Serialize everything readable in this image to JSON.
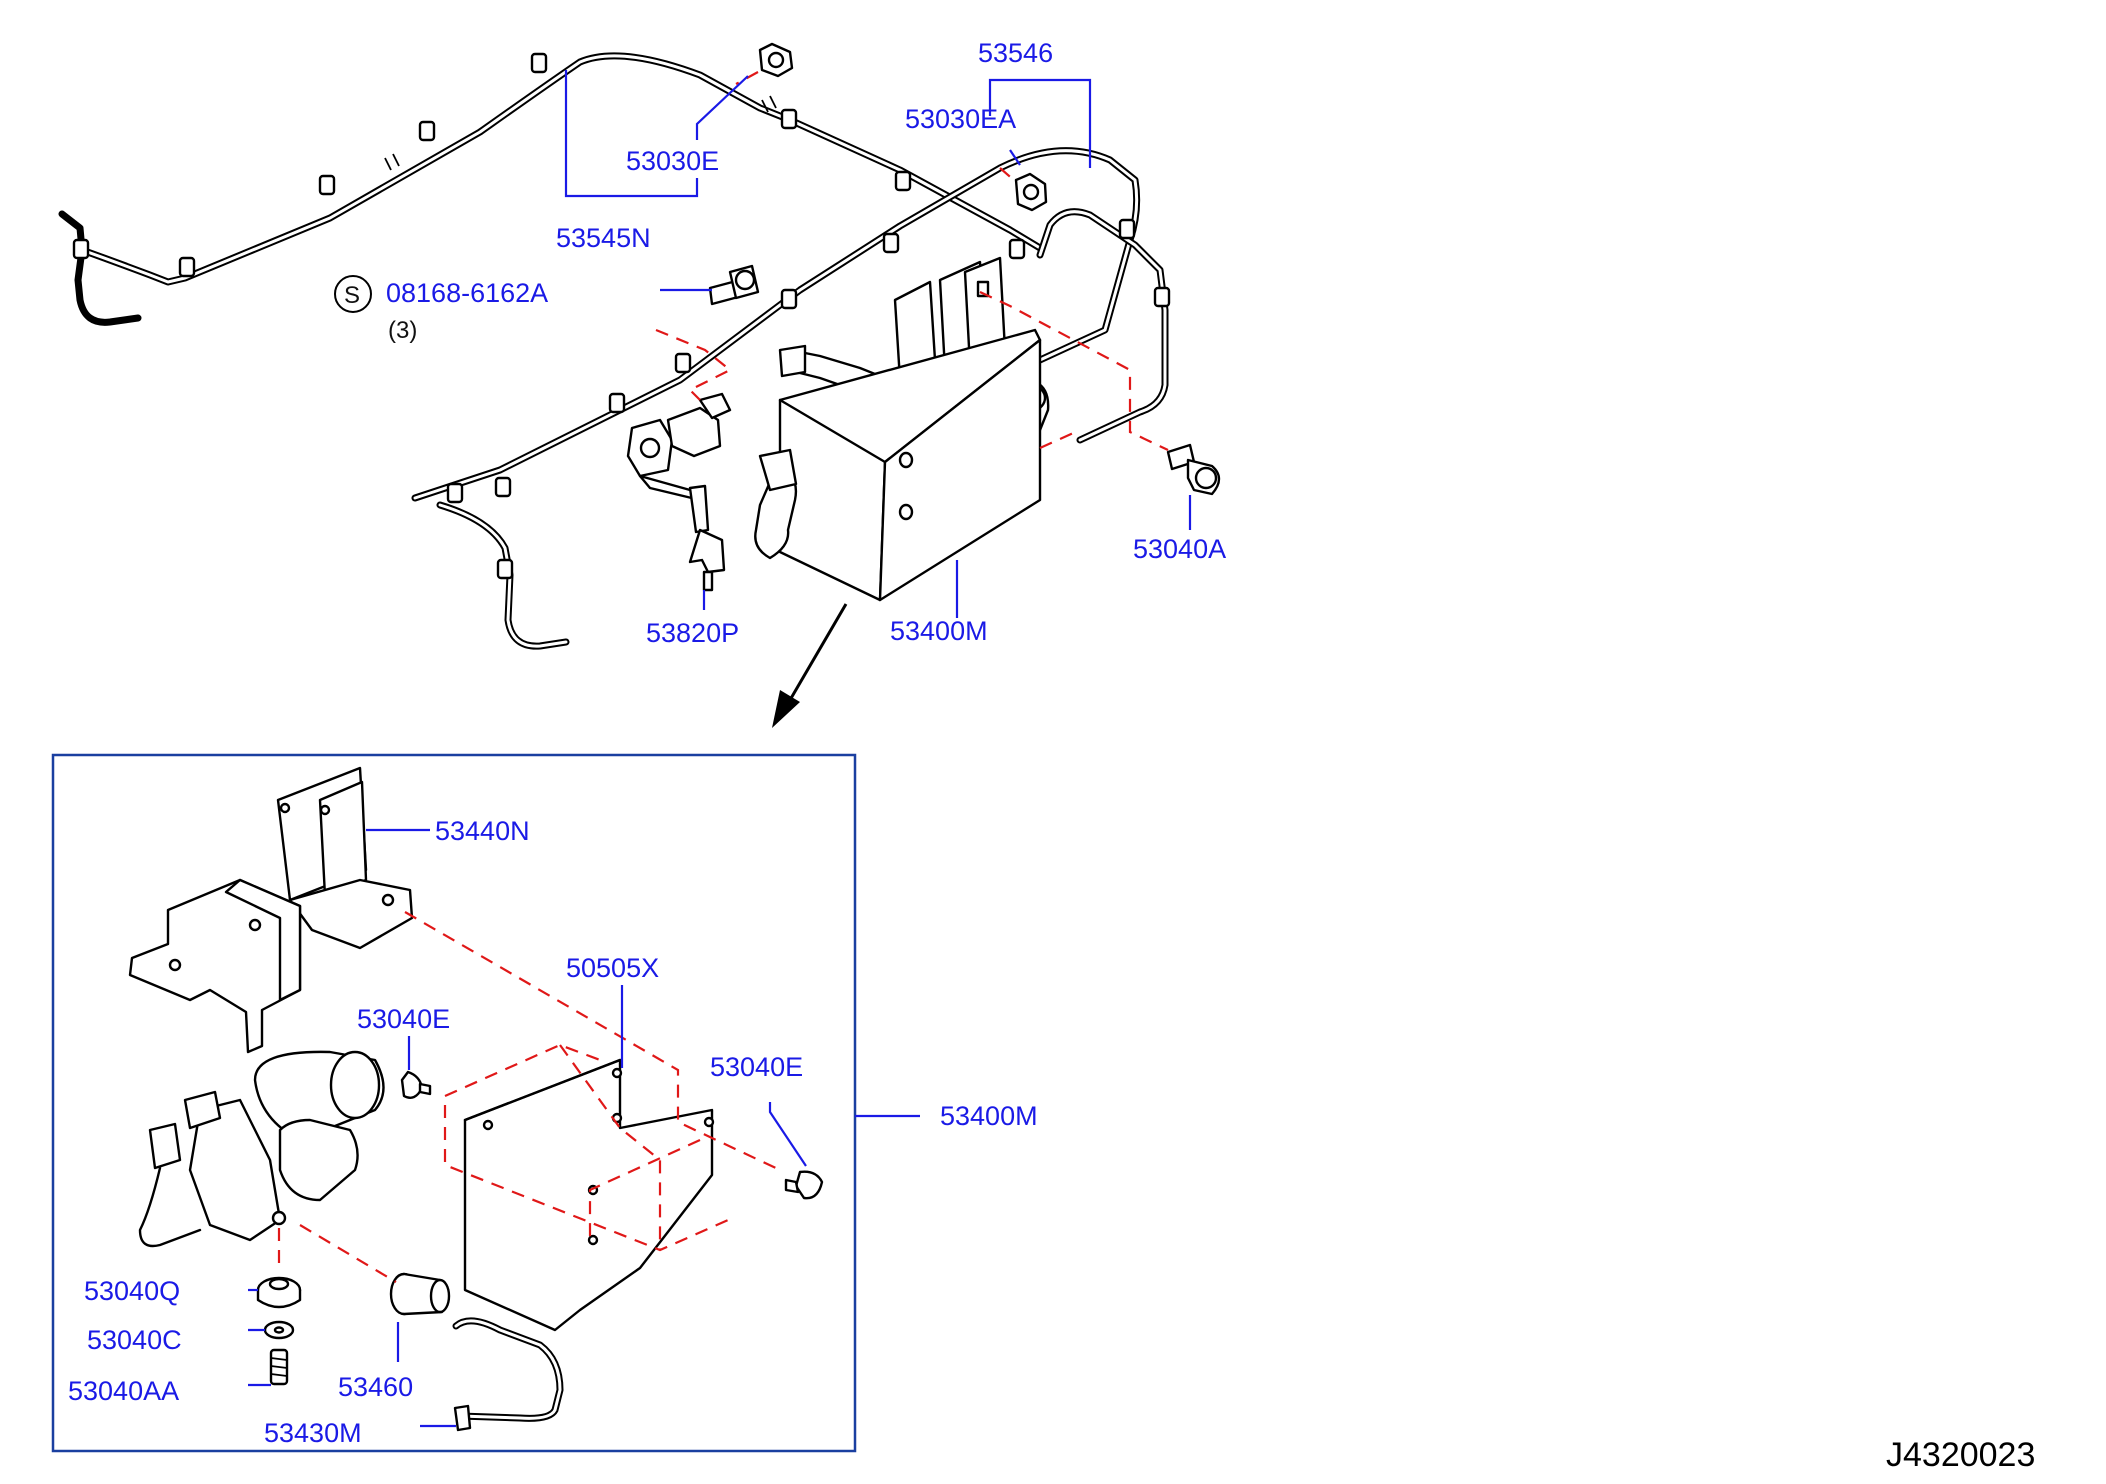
{
  "labels": {
    "p53546": "53546",
    "p53030EA": "53030EA",
    "p53030E": "53030E",
    "p53545N": "53545N",
    "p08168": "08168-6162A",
    "s_mark": "S",
    "qty3": "(3)",
    "p53040A": "53040A",
    "p53820P": "53820P",
    "p53400M_top": "53400M",
    "p53440N": "53440N",
    "p50505X": "50505X",
    "p53040E_left": "53040E",
    "p53040E_right": "53040E",
    "p53400M_box": "53400M",
    "p53040Q": "53040Q",
    "p53040C": "53040C",
    "p53040AA": "53040AA",
    "p53460": "53460",
    "p53430M": "53430M"
  },
  "diagram_code": "J4320023",
  "colors": {
    "label": "#1a1ae6",
    "dashed_line": "#e01818",
    "outline": "#000000",
    "frame": "#1a3fa0"
  }
}
